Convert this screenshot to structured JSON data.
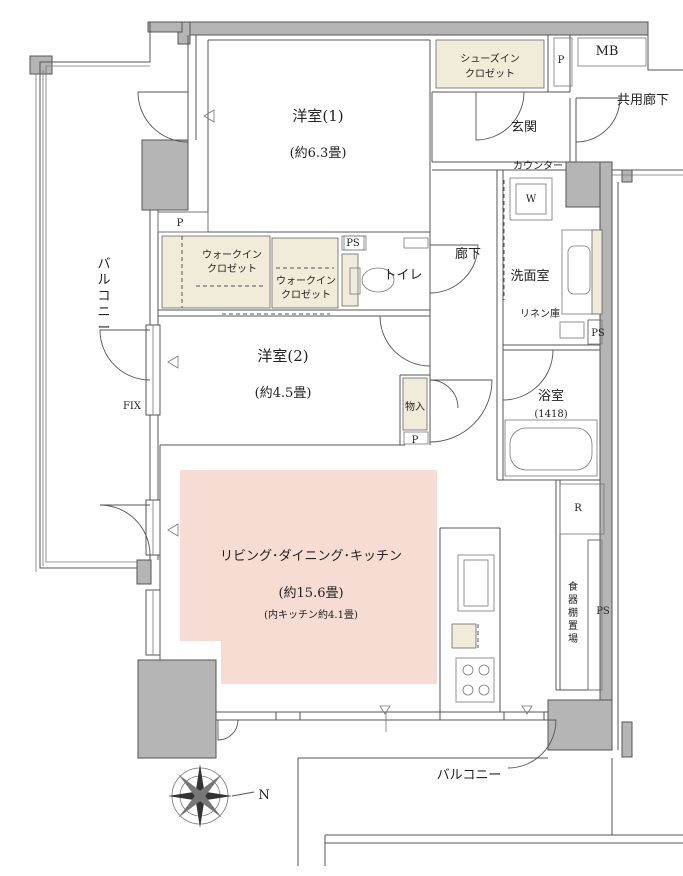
{
  "rooms": {
    "western1_name": "洋室(1)",
    "western1_size": "(約6.3畳)",
    "western2_name": "洋室(2)",
    "western2_size": "(約4.5畳)",
    "ldk_name": "リビング･ダイニング･キッチン",
    "ldk_size": "(約15.6畳)",
    "ldk_note": "(内キッチン約4.1畳)",
    "entrance": "玄関",
    "corridor": "廊下",
    "toilet": "トイレ",
    "washroom": "洗面室",
    "bath": "浴室",
    "bath_size": "(1418)",
    "storage": "物入",
    "linen": "リネン庫",
    "pantry": [
      "食",
      "器",
      "棚",
      "置",
      "場"
    ],
    "shoe_closet_1": "シューズイン",
    "shoe_closet_2": "クロゼット",
    "wic1_1": "ウォークイン",
    "wic1_2": "クロゼット",
    "wic2_1": "ウォークイン",
    "wic2_2": "クロゼット"
  },
  "labels": {
    "mb": "MB",
    "p": "P",
    "ps": "PS",
    "common_corridor": "共用廊下",
    "counter": "カウンター",
    "w": "W",
    "r": "R",
    "fix": "FIX",
    "balcony_side": [
      "バ",
      "ル",
      "コ",
      "ニ",
      "ー"
    ],
    "balcony_bottom": "バルコニー",
    "north": "N"
  },
  "colors": {
    "ldk_fill": "#f6dcd3",
    "closet_fill": "#f1ecd9",
    "wall_fill": "#b5b5b5"
  }
}
